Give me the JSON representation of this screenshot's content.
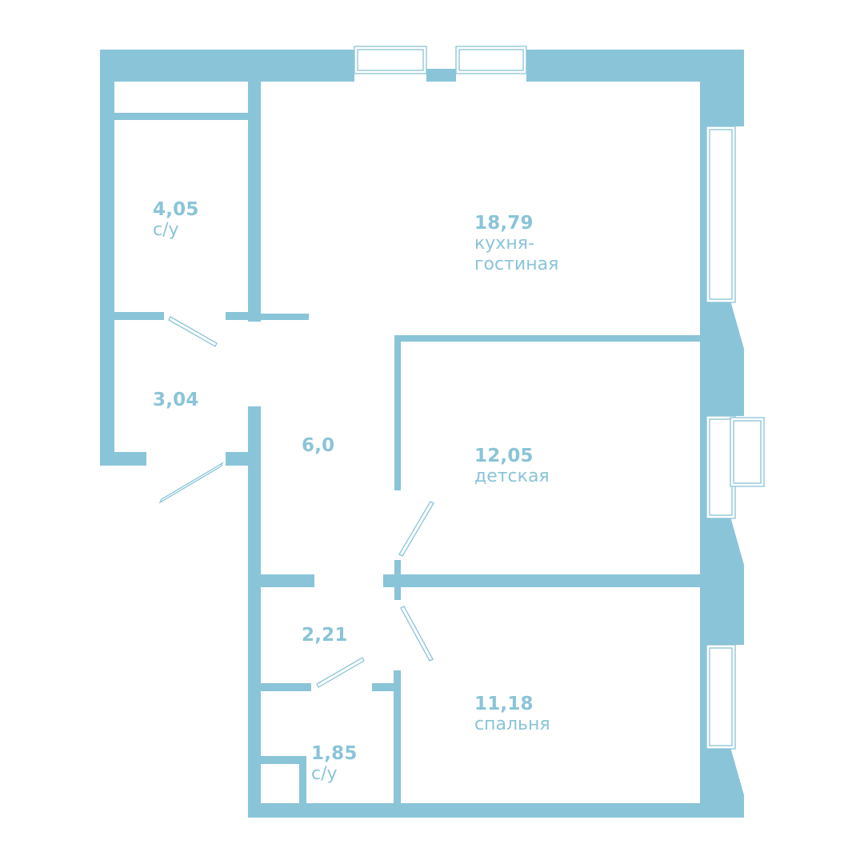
{
  "plan": {
    "colors": {
      "wall": "#8ac4d8",
      "background": "#ffffff",
      "text": "#8ac4d8"
    },
    "rooms": [
      {
        "id": "bathroom-1",
        "area": "4,05",
        "name": "с/у"
      },
      {
        "id": "kitchen-living",
        "area": "18,79",
        "name": "кухня-гостиная"
      },
      {
        "id": "entry",
        "area": "3,04",
        "name": ""
      },
      {
        "id": "hall",
        "area": "6,0",
        "name": ""
      },
      {
        "id": "kids-room",
        "area": "12,05",
        "name": "детская"
      },
      {
        "id": "corridor",
        "area": "2,21",
        "name": ""
      },
      {
        "id": "bedroom",
        "area": "11,18",
        "name": "спальня"
      },
      {
        "id": "bathroom-2",
        "area": "1,85",
        "name": "с/у"
      }
    ]
  }
}
